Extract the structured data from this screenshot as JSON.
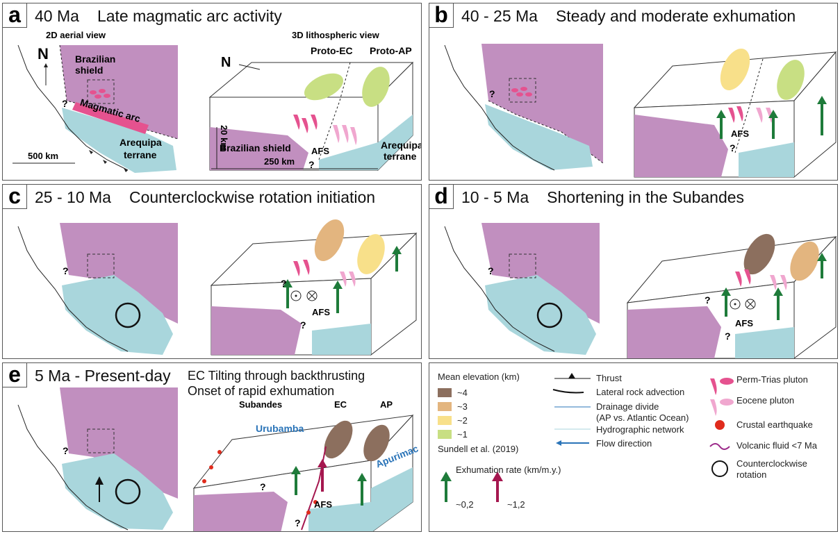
{
  "panels": {
    "a": {
      "letter": "a",
      "age": "40  Ma",
      "title": "Late magmatic arc activity",
      "aerial": "2D aerial view",
      "litho": "3D lithospheric view",
      "north": "N",
      "shield": "Brazilian shield",
      "arc": "Magmatic arc",
      "terrane1": "Arequipa",
      "terrane2": "terrane",
      "scale": "500 km",
      "protoEC": "Proto-EC",
      "protoAP": "Proto-AP",
      "depth": "20 km",
      "width": "250 km",
      "afs": "AFS",
      "q": "?"
    },
    "b": {
      "letter": "b",
      "age": "40 - 25 Ma",
      "title": "Steady and moderate exhumation",
      "afs": "AFS",
      "q": "?"
    },
    "c": {
      "letter": "c",
      "age": "25 - 10 Ma",
      "title": "Counterclockwise rotation initiation",
      "afs": "AFS",
      "q": "?"
    },
    "d": {
      "letter": "d",
      "age": "10 - 5 Ma",
      "title": "Shortening in the Subandes",
      "afs": "AFS",
      "q": "?"
    },
    "e": {
      "letter": "e",
      "age": "5 Ma - Present-day",
      "title1": "EC Tilting through backthrusting",
      "title2": "Onset of rapid exhumation",
      "subandes": "Subandes",
      "ec": "EC",
      "ap": "AP",
      "urubamba": "Urubamba",
      "apurimac": "Apurimac",
      "afs": "AFS",
      "q": "?"
    }
  },
  "legend": {
    "elev_title": "Mean elevation (km)",
    "elev": [
      {
        "label": "~4",
        "color": "#8c6f5e"
      },
      {
        "label": "~3",
        "color": "#e3b57f"
      },
      {
        "label": "~2",
        "color": "#f8e08a"
      },
      {
        "label": "~1",
        "color": "#c8df83"
      }
    ],
    "source": "Sundell et al. (2019)",
    "thrust": "Thrust",
    "advection": "Lateral rock advection",
    "divide1": "Drainage divide",
    "divide2": "(AP vs. Atlantic Ocean)",
    "hydro": "Hydrographic network",
    "flow": "Flow direction",
    "perm": "Perm-Trias pluton",
    "eocene": "Eocene pluton",
    "quake": "Crustal earthquake",
    "fluid": "Volcanic fluid <7 Ma",
    "ccw1": "Counterclockwise",
    "ccw2": "rotation",
    "exh_title": "Exhumation rate (km/m.y.)",
    "exh_low": "~0,2",
    "exh_high": "~1,2"
  },
  "colors": {
    "shield": "#c18fbf",
    "terrane": "#a9d6dc",
    "perm": "#e5528f",
    "eocene": "#f0a7cf",
    "lowArrow": "#1e7b3a",
    "highArrow": "#a5174f"
  }
}
